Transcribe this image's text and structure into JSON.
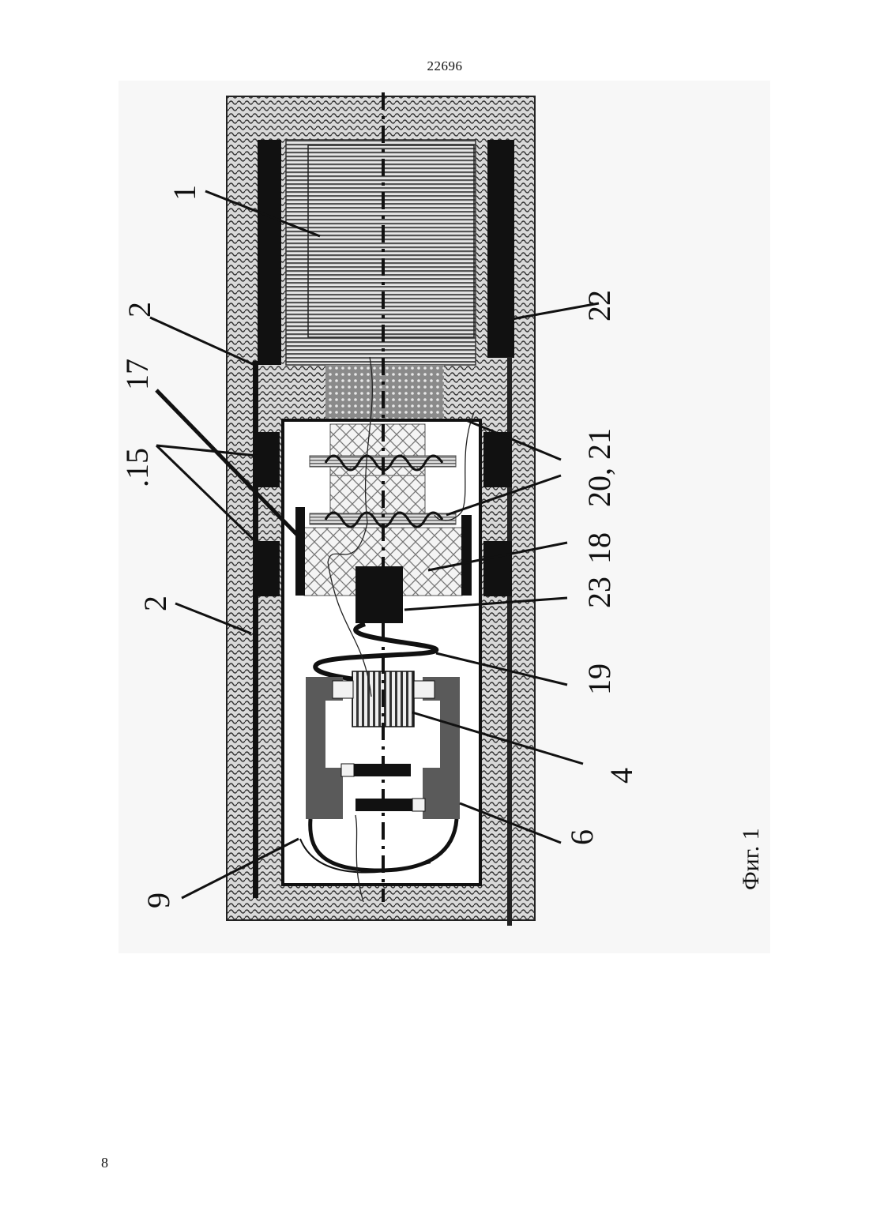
{
  "page": {
    "header_number": "22696",
    "footer_number": "8"
  },
  "figure": {
    "caption": "Фиг. 1",
    "labels": {
      "l1": "1",
      "l2_top": "2",
      "l2_bottom": "2",
      "l4": "4",
      "l6": "6",
      "l9": "9",
      "l15": ".15",
      "l17": "17",
      "l18": "18",
      "l19": "19",
      "l20_21": "20, 21",
      "l22": "22",
      "l23": "23"
    }
  }
}
